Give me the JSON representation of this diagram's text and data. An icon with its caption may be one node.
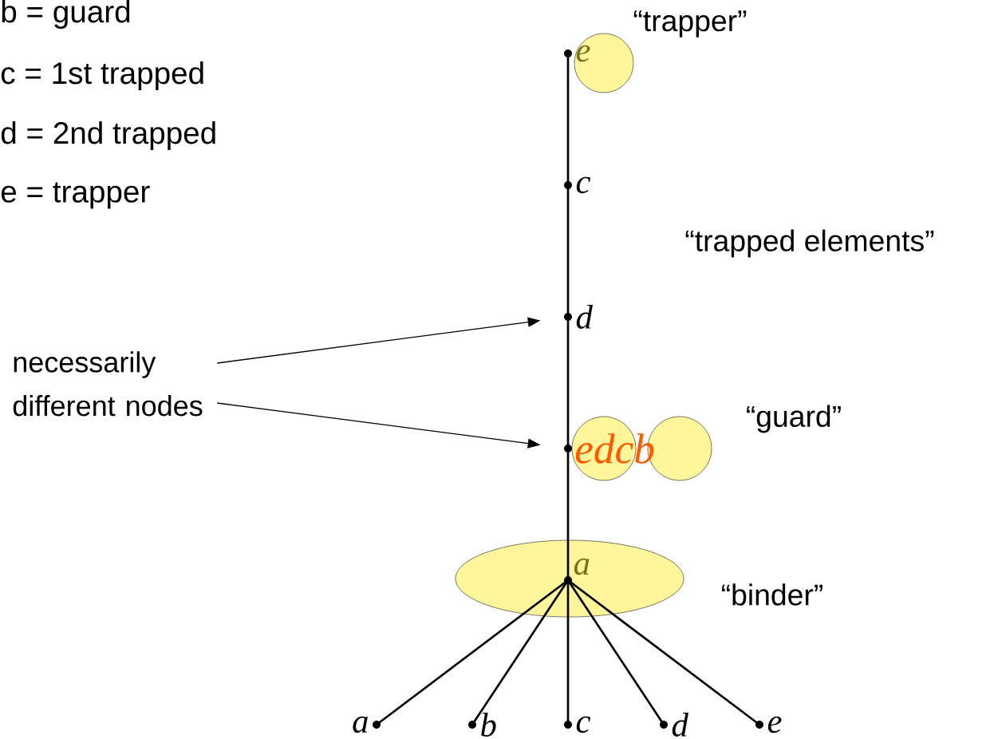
{
  "diagram": {
    "nodes": [
      {
        "text": [],
        "shape": "circle",
        "beside": [
          "e"
        ]
      },
      {
        "text": [],
        "shape": "circle",
        "beside": [
          "c"
        ]
      },
      {
        "text": [],
        "shape": "circle",
        "beside": [
          "d"
        ]
      },
      {
        "text": [],
        "shape": "circle",
        "beside": [
          "edcb"
        ]
      },
      {
        "text": [],
        "shape": "circle",
        "beside": [
          "a"
        ]
      },
      {
        "text": [],
        "shape": "circle",
        "beside": [
          "a"
        ]
      },
      {
        "text": [],
        "shape": "circle",
        "beside": [
          "b"
        ]
      },
      {
        "text": [],
        "shape": "circle",
        "beside": [
          "c"
        ]
      },
      {
        "text": [],
        "shape": "circle",
        "beside": [
          "d"
        ]
      },
      {
        "text": [],
        "shape": "circle",
        "beside": [
          "e"
        ]
      },
      {
        "text": [
          "necessarily different nodes"
        ]
      }
    ],
    "edges": [
      {
        "from": 0,
        "to": 1,
        "arrow": "none"
      },
      {
        "from": 1,
        "to": 2,
        "arrow": "none"
      },
      {
        "from": 2,
        "to": 3,
        "arrow": "none"
      },
      {
        "from": 3,
        "to": 4,
        "arrow": "none"
      },
      {
        "from": 4,
        "to": 5,
        "arrow": "none"
      },
      {
        "from": 4,
        "to": 6,
        "arrow": "none"
      },
      {
        "from": 4,
        "to": 7,
        "arrow": "none"
      },
      {
        "from": 4,
        "to": 8,
        "arrow": "none"
      },
      {
        "from": 4,
        "to": 9,
        "arrow": "none"
      },
      {
        "from": 10,
        "to": 2,
        "arrow": "to"
      },
      {
        "from": 10,
        "to": 3,
        "arrow": "to"
      }
    ],
    "labels": [
      "b = guard",
      "c = 1st trapped",
      "d = 2nd trapped",
      "e = trapper",
      "“trapper”",
      "“trapped elements”",
      "“guard”",
      "“binder”"
    ]
  }
}
